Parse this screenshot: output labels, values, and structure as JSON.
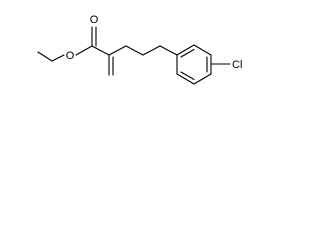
{
  "structure": {
    "atom_labels": {
      "carbonyl_oxygen": "O",
      "ester_oxygen": "O",
      "chlorine": "Cl"
    }
  }
}
